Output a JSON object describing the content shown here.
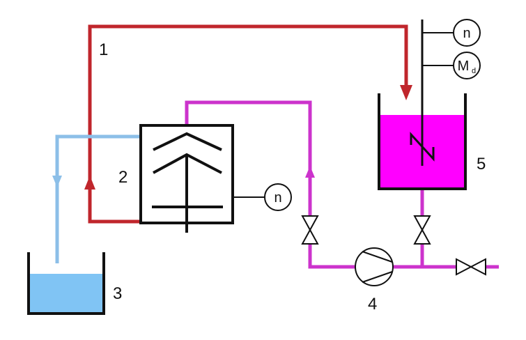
{
  "labels": {
    "item_1": "1",
    "item_2": "2",
    "item_3": "3",
    "item_4": "4",
    "item_5": "5"
  },
  "instruments": {
    "speed_symbol": "n",
    "torque_symbol": "M",
    "torque_subscript": "d"
  },
  "colors": {
    "red_line": "#c0262c",
    "blue_line": "#8cbfe8",
    "magenta_line": "#cc33cc",
    "blue_liquid": "#80c4f4",
    "magenta_liquid": "#ff00ff",
    "outline": "#111111"
  }
}
